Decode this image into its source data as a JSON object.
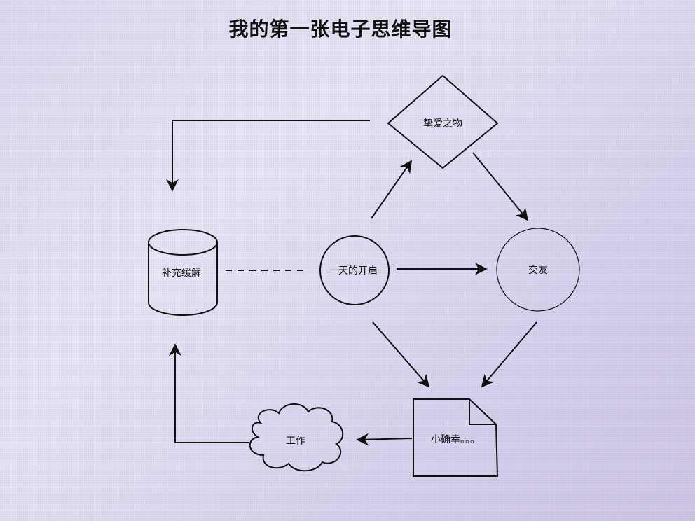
{
  "title": "我的第一张电子思维导图",
  "nodes": {
    "start": {
      "label": "一天的开启",
      "shape": "circle"
    },
    "love": {
      "label": "挚爱之物",
      "shape": "diamond"
    },
    "friends": {
      "label": "交友",
      "shape": "circle"
    },
    "relief": {
      "label": "补充缓解",
      "shape": "cylinder"
    },
    "happiness": {
      "label": "小确幸。。。",
      "shape": "document"
    },
    "work": {
      "label": "工作",
      "shape": "cloud"
    }
  },
  "edges": [
    {
      "from": "start",
      "to": "love",
      "style": "arrow"
    },
    {
      "from": "love",
      "to": "friends",
      "style": "arrow"
    },
    {
      "from": "start",
      "to": "friends",
      "style": "arrow"
    },
    {
      "from": "love",
      "to": "relief",
      "style": "elbow-arrow"
    },
    {
      "from": "start",
      "to": "relief",
      "style": "dashed"
    },
    {
      "from": "start",
      "to": "happiness",
      "style": "arrow"
    },
    {
      "from": "friends",
      "to": "happiness",
      "style": "arrow"
    },
    {
      "from": "happiness",
      "to": "work",
      "style": "arrow"
    },
    {
      "from": "work",
      "to": "relief",
      "style": "elbow-arrow"
    }
  ],
  "colors": {
    "stroke": "#111111"
  }
}
